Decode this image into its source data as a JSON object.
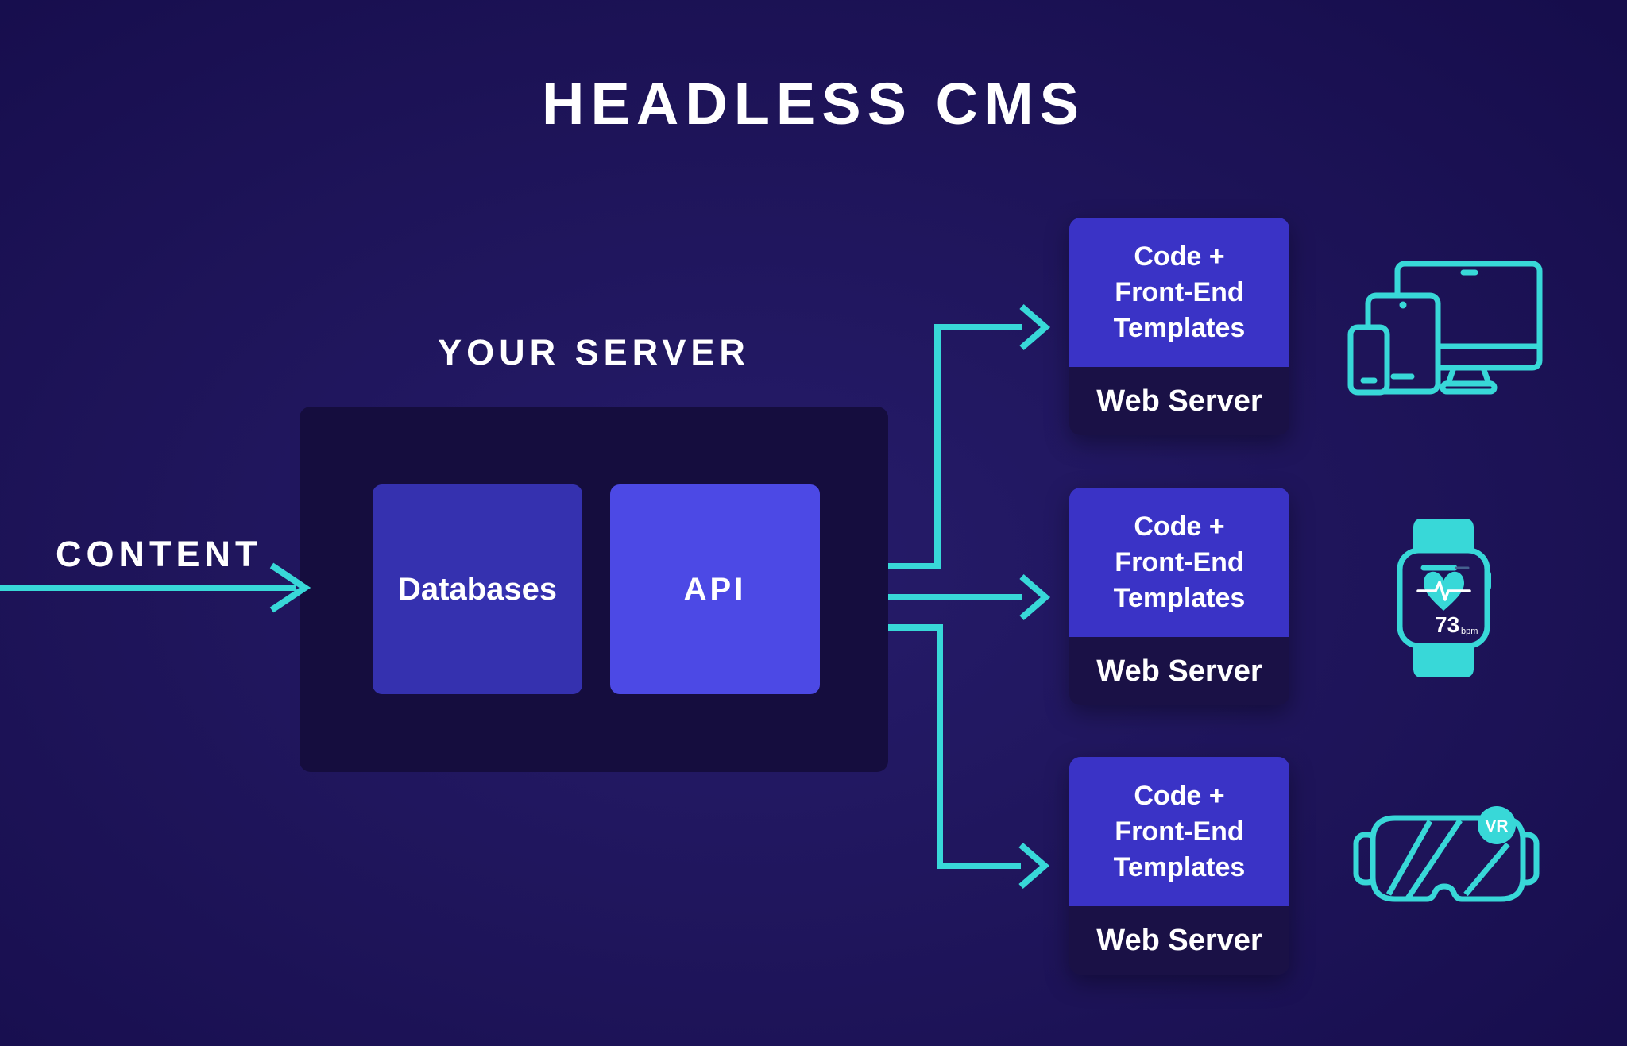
{
  "title": "HEADLESS CMS",
  "content_source": {
    "label": "CONTENT"
  },
  "server": {
    "label": "YOUR SERVER",
    "components": [
      {
        "label": "Databases"
      },
      {
        "label": "API"
      }
    ]
  },
  "outputs": [
    {
      "lines": [
        "Code +",
        "Front-End",
        "Templates"
      ],
      "footer": "Web Server",
      "target_icon": "responsive-devices-icon"
    },
    {
      "lines": [
        "Code +",
        "Front-End",
        "Templates"
      ],
      "footer": "Web Server",
      "target_icon": "smartwatch-icon"
    },
    {
      "lines": [
        "Code +",
        "Front-End",
        "Templates"
      ],
      "footer": "Web Server",
      "target_icon": "vr-headset-icon"
    }
  ],
  "smartwatch": {
    "heart_rate_value": "73",
    "heart_rate_unit": "bpm"
  },
  "vr_badge": "VR",
  "colors": {
    "background": "#1e1459",
    "accent_teal": "#38d8d8",
    "api_blue": "#4c49e5",
    "database_blue": "#3531af",
    "output_blue": "#3a33c6",
    "server_panel_dark": "#150d3e",
    "webserver_dark": "#1a1146",
    "text": "#ffffff"
  }
}
